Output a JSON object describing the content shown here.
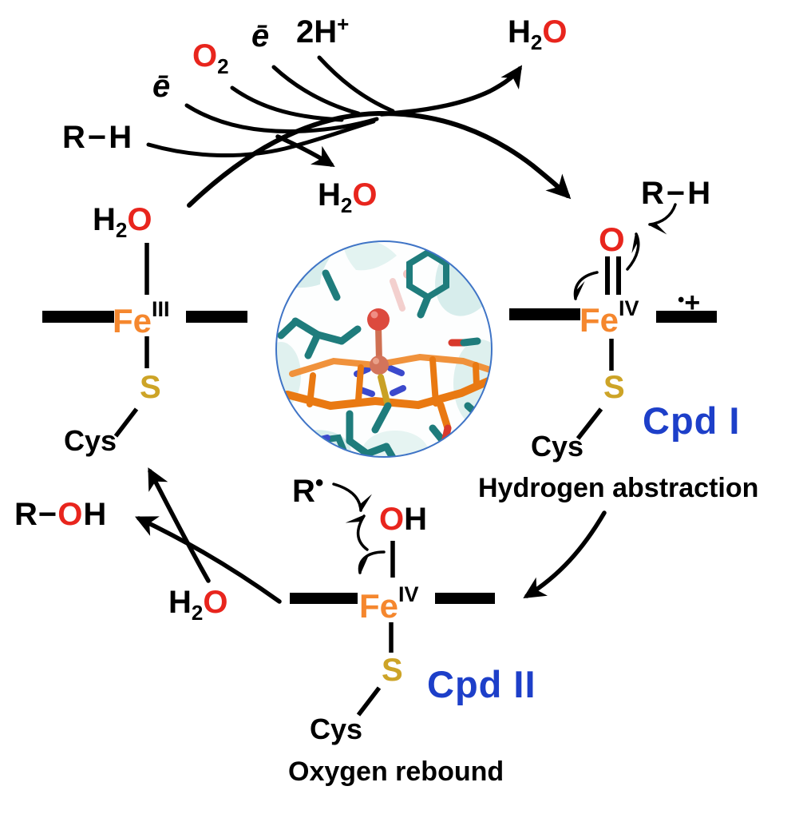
{
  "colors": {
    "ink": "#000000",
    "oxygen_red": "#e8251d",
    "iron_orange": "#f5872e",
    "sulfur_gold": "#cda427",
    "compound_blue": "#1d3fc9",
    "circle_border": "#3f74c6"
  },
  "top": {
    "substrate": {
      "r": "R",
      "bond": "−",
      "h": "H"
    },
    "electron_lower": "ē",
    "dioxygen": {
      "o": "O",
      "sub": "2"
    },
    "electron_upper": "ē",
    "protons": {
      "base": "2H",
      "sup": "+"
    },
    "water_released_mid": {
      "h": "H",
      "sub": "2",
      "o": "O"
    },
    "water_released_right": {
      "h": "H",
      "sub": "2",
      "o": "O"
    }
  },
  "resting_state": {
    "aqua_ligand": {
      "h": "H",
      "sub": "2",
      "o": "O"
    },
    "metal": "Fe",
    "oxidation": "III",
    "thiolate": "S",
    "cysteine": "Cys"
  },
  "compound1": {
    "substrate": {
      "r": "R",
      "bond": "−",
      "h": "H"
    },
    "oxo": "O",
    "metal": "Fe",
    "oxidation": "IV",
    "radical_dot": "•",
    "radical_plus": "+",
    "thiolate": "S",
    "cysteine": "Cys",
    "name": "Cpd I",
    "step": "Hydrogen abstraction"
  },
  "compound2": {
    "radical": {
      "r": "R",
      "dot": "•"
    },
    "hydroxo": {
      "o": "O",
      "h": "H"
    },
    "metal": "Fe",
    "oxidation": "IV",
    "thiolate": "S",
    "cysteine": "Cys",
    "name": "Cpd II",
    "step": "Oxygen rebound",
    "water_released": {
      "h": "H",
      "sub": "2",
      "o": "O"
    },
    "product": {
      "r": "R",
      "bond": "−",
      "o": "O",
      "h": "H"
    }
  }
}
